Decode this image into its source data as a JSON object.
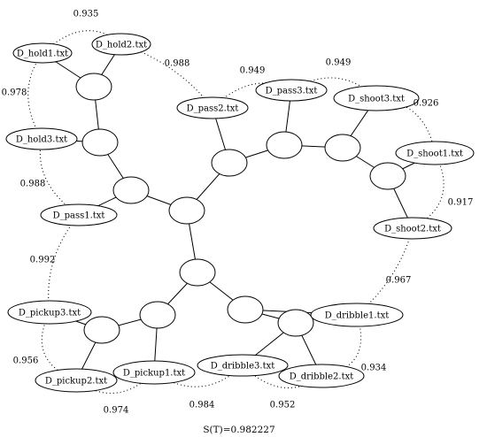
{
  "diagram": {
    "leaves": [
      {
        "id": "hold1",
        "label": "D_hold1.txt"
      },
      {
        "id": "hold2",
        "label": "D_hold2.txt"
      },
      {
        "id": "hold3",
        "label": "D_hold3.txt"
      },
      {
        "id": "pass1",
        "label": "D_pass1.txt"
      },
      {
        "id": "pass2",
        "label": "D_pass2.txt"
      },
      {
        "id": "pass3",
        "label": "D_pass3.txt"
      },
      {
        "id": "shoot3",
        "label": "D_shoot3.txt"
      },
      {
        "id": "shoot1",
        "label": "D_shoot1.txt"
      },
      {
        "id": "shoot2",
        "label": "D_shoot2.txt"
      },
      {
        "id": "dribble1",
        "label": "D_dribble1.txt"
      },
      {
        "id": "dribble2",
        "label": "D_dribble2.txt"
      },
      {
        "id": "dribble3",
        "label": "D_dribble3.txt"
      },
      {
        "id": "pickup1",
        "label": "D_pickup1.txt"
      },
      {
        "id": "pickup2",
        "label": "D_pickup2.txt"
      },
      {
        "id": "pickup3",
        "label": "D_pickup3.txt"
      }
    ],
    "internal_nodes": [
      "n1",
      "n2",
      "n3",
      "n4",
      "n5",
      "n6",
      "n7",
      "n8",
      "n9",
      "n10",
      "n11",
      "n12",
      "n13"
    ],
    "edges": [
      [
        "n1",
        "hold1"
      ],
      [
        "n1",
        "hold2"
      ],
      [
        "n1",
        "n2"
      ],
      [
        "n2",
        "hold3"
      ],
      [
        "n2",
        "n3"
      ],
      [
        "n3",
        "pass1"
      ],
      [
        "n3",
        "n4"
      ],
      [
        "n4",
        "n5"
      ],
      [
        "n4",
        "n9"
      ],
      [
        "n5",
        "pass2"
      ],
      [
        "n5",
        "n6"
      ],
      [
        "n6",
        "pass3"
      ],
      [
        "n6",
        "n7"
      ],
      [
        "n7",
        "shoot3"
      ],
      [
        "n7",
        "n8"
      ],
      [
        "n8",
        "shoot1"
      ],
      [
        "n8",
        "shoot2"
      ],
      [
        "n9",
        "n10"
      ],
      [
        "n9",
        "n12"
      ],
      [
        "n10",
        "n11"
      ],
      [
        "n10",
        "dribble1"
      ],
      [
        "n11",
        "dribble3"
      ],
      [
        "n11",
        "dribble2"
      ],
      [
        "n12",
        "pickup1"
      ],
      [
        "n12",
        "n13"
      ],
      [
        "n13",
        "pickup3"
      ],
      [
        "n13",
        "pickup2"
      ]
    ],
    "scores": [
      {
        "value": "0.935",
        "between": [
          "hold1",
          "hold2"
        ]
      },
      {
        "value": "0.988",
        "between": [
          "hold2",
          "pass2"
        ]
      },
      {
        "value": "0.949",
        "between": [
          "pass2",
          "pass3"
        ]
      },
      {
        "value": "0.949",
        "between": [
          "pass3",
          "shoot3"
        ]
      },
      {
        "value": "0.926",
        "between": [
          "shoot3",
          "shoot1"
        ]
      },
      {
        "value": "0.917",
        "between": [
          "shoot1",
          "shoot2"
        ]
      },
      {
        "value": "0.967",
        "between": [
          "shoot2",
          "dribble1"
        ]
      },
      {
        "value": "0.934",
        "between": [
          "dribble1",
          "dribble2"
        ]
      },
      {
        "value": "0.952",
        "between": [
          "dribble2",
          "dribble3"
        ]
      },
      {
        "value": "0.984",
        "between": [
          "dribble3",
          "pickup1"
        ]
      },
      {
        "value": "0.974",
        "between": [
          "pickup1",
          "pickup2"
        ]
      },
      {
        "value": "0.956",
        "between": [
          "pickup2",
          "pickup3"
        ]
      },
      {
        "value": "0.992",
        "between": [
          "pickup3",
          "pass1"
        ]
      },
      {
        "value": "0.988",
        "between": [
          "pass1",
          "hold3"
        ]
      },
      {
        "value": "0.978",
        "between": [
          "hold3",
          "hold1"
        ]
      }
    ],
    "footer": "S(T)=0.982227"
  }
}
